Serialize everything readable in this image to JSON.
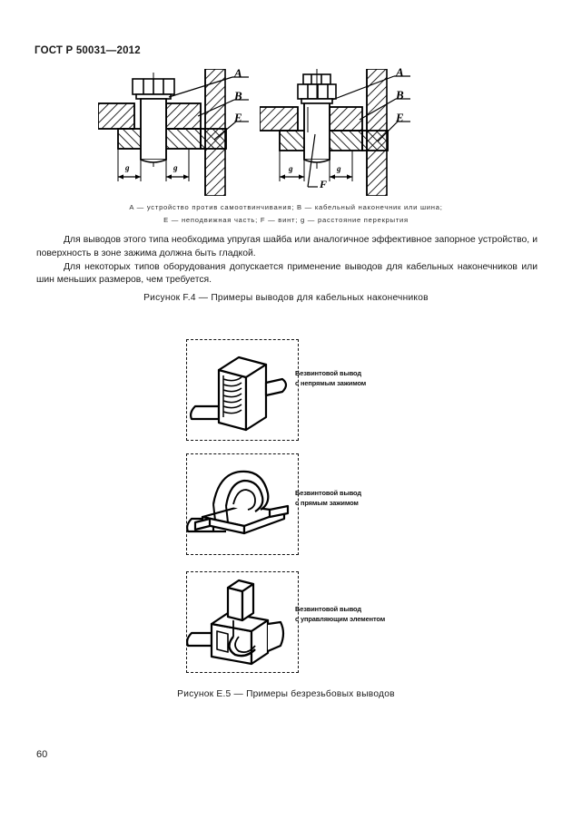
{
  "document": {
    "header": "ГОСТ Р 50031—2012",
    "page_number": "60"
  },
  "figure_f4": {
    "legend_line1": "A — устройство против самоотвинчивания; B — кабельный наконечник или шина;",
    "legend_line2": "E — неподвижная часть; F — винт; g — расстояние перекрытия",
    "caption": "Рисунок F.4 — Примеры выводов для кабельных наконечников",
    "labels": {
      "a": "A",
      "b": "B",
      "e": "E",
      "f": "F",
      "g": "g"
    }
  },
  "body": {
    "paragraph1": "Для выводов этого типа необходима упругая шайба или аналогичное эффективное запорное устройство, и поверхность в зоне зажима должна быть гладкой.",
    "paragraph2": "Для некоторых типов оборудования  допускается применение выводов для кабельных наконечников или шин меньших размеров, чем требуется."
  },
  "figure_e5": {
    "caption": "Рисунок E.5 — Примеры безрезьбовых выводов",
    "items": [
      {
        "label_line1": "Безвинтовой вывод",
        "label_line2": "с непрямым зажимом"
      },
      {
        "label_line1": "Безвинтовой вывод",
        "label_line2": "с прямым зажимом"
      },
      {
        "label_line1": "Безвинтовой вывод",
        "label_line2": "с управляющим элементом"
      }
    ]
  }
}
